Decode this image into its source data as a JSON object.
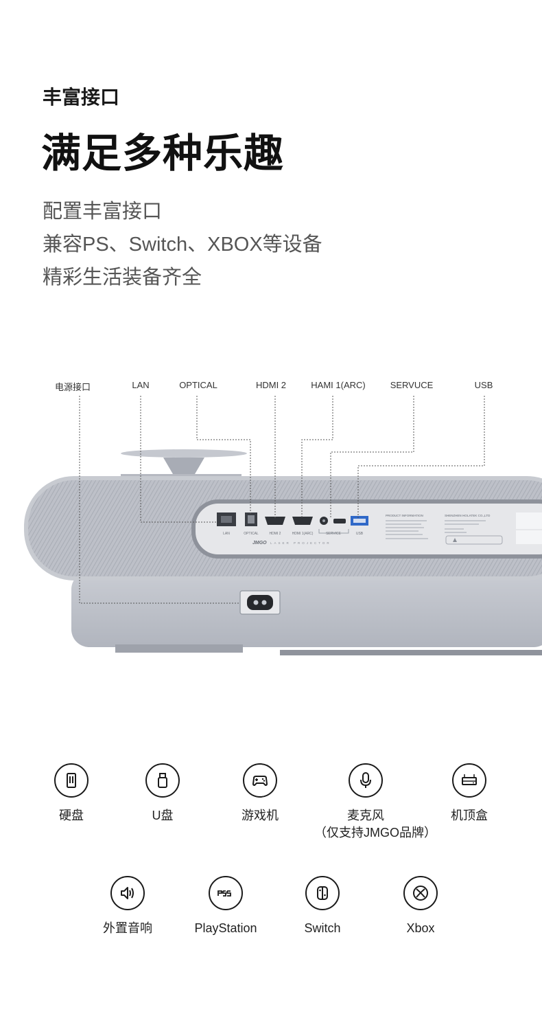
{
  "header": {
    "subtitle": "丰富接口",
    "title": "满足多种乐趣",
    "desc": [
      "配置丰富接口",
      "兼容PS、Switch、XBOX等设备",
      "精彩生活装备齐全"
    ]
  },
  "ports": [
    {
      "label": "电源接口"
    },
    {
      "label": "LAN"
    },
    {
      "label": "OPTICAL"
    },
    {
      "label": "HDMI 2"
    },
    {
      "label": "HAMI 1(ARC)"
    },
    {
      "label": "SERVUCE"
    },
    {
      "label": "USB"
    }
  ],
  "panel": {
    "labels": [
      "LAN",
      "OPTICAL",
      "HDMI 2",
      "HDMI 1(ARC)",
      "SERVICE",
      "USB"
    ],
    "brand": "JMGO",
    "product_line": "LASER PROJECTOR",
    "info_title": "PRODUCT INFORMATION",
    "company": "SHENZHEN HOLATEK CO.,LTD"
  },
  "devices": {
    "row1": [
      {
        "label": "硬盘",
        "icon": "hard-drive-icon"
      },
      {
        "label": "U盘",
        "icon": "usb-drive-icon"
      },
      {
        "label": "游戏机",
        "icon": "gamepad-icon"
      },
      {
        "label": "麦克风",
        "sub": "（仅支持JMGO品牌）",
        "icon": "microphone-icon"
      },
      {
        "label": "机顶盒",
        "icon": "set-top-box-icon"
      }
    ],
    "row2": [
      {
        "label": "外置音响",
        "icon": "speaker-icon"
      },
      {
        "label": "PlayStation",
        "icon": "ps5-icon"
      },
      {
        "label": "Switch",
        "icon": "switch-icon"
      },
      {
        "label": "Xbox",
        "icon": "xbox-icon"
      }
    ]
  },
  "colors": {
    "line": "#1a1a1a",
    "projector": "#b9bcc4",
    "panel": "#e6e7ea"
  }
}
